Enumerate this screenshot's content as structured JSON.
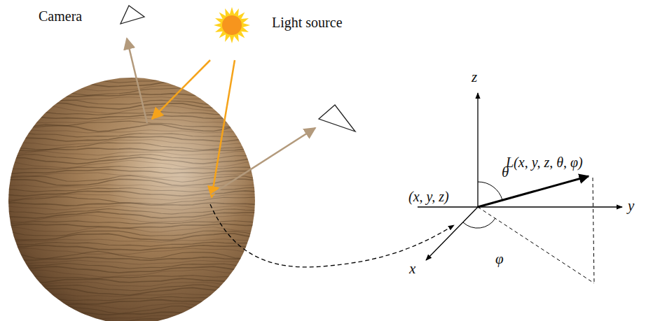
{
  "diagram": {
    "labels": [
      "Camera",
      "Light source",
      "z",
      "θ",
      "L(x, y, z, θ, φ)",
      "(x, y, z)",
      "y",
      "x",
      "φ"
    ]
  }
}
